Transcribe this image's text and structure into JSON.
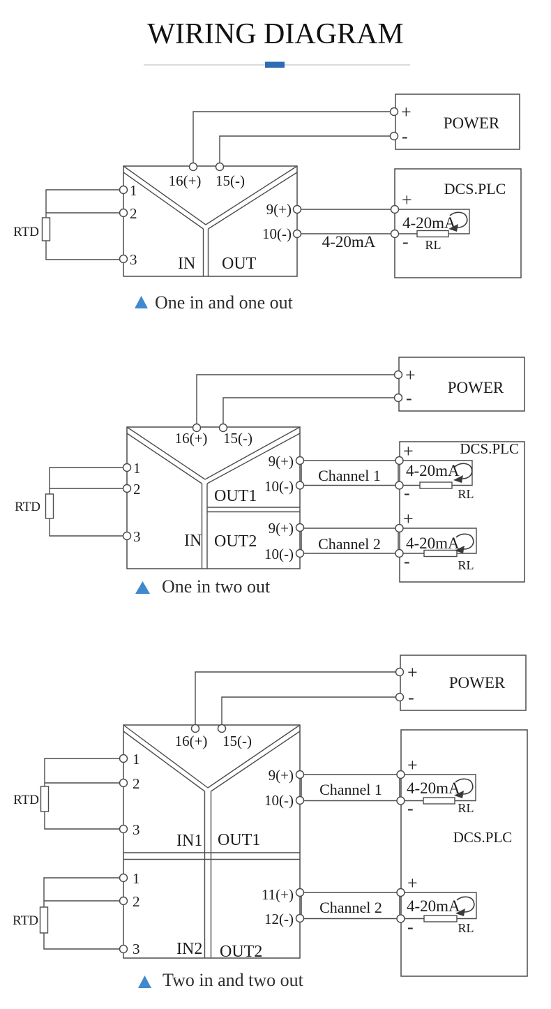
{
  "title": "WIRING DIAGRAM",
  "accent": {
    "underline_blue": "#2d6cb2",
    "triangle_blue": "#3f89cf"
  },
  "diagrams": [
    {
      "caption": "One in and one out",
      "rtd_label": "RTD",
      "device": {
        "t16": "16(+)",
        "t15": "15(-)",
        "t1": "1",
        "t2": "2",
        "t3": "3",
        "t9": "9(+)",
        "t10": "10(-)",
        "in": "IN",
        "out": "OUT"
      },
      "power": {
        "name": "POWER",
        "plus": "+",
        "minus": "-"
      },
      "dcs": {
        "name": "DCS.PLC",
        "plus": "+",
        "minus": "-",
        "loop": "4-20mA",
        "rl": "RL"
      },
      "wire_label": "4-20mA"
    },
    {
      "caption": "One in two out",
      "rtd_label": "RTD",
      "device": {
        "t16": "16(+)",
        "t15": "15(-)",
        "t1": "1",
        "t2": "2",
        "t3": "3",
        "in": "IN",
        "out1": "OUT1",
        "out2": "OUT2",
        "out1_t9": "9(+)",
        "out1_t10": "10(-)",
        "out2_t9": "9(+)",
        "out2_t10": "10(-)"
      },
      "power": {
        "name": "POWER",
        "plus": "+",
        "minus": "-"
      },
      "dcs": {
        "name": "DCS.PLC"
      },
      "channels": [
        {
          "label": "Channel 1",
          "plus": "+",
          "minus": "-",
          "loop": "4-20mA",
          "rl": "RL"
        },
        {
          "label": "Channel 2",
          "plus": "+",
          "minus": "-",
          "loop": "4-20mA",
          "rl": "RL"
        }
      ]
    },
    {
      "caption": "Two in and two out",
      "rtd1_label": "RTD",
      "rtd2_label": "RTD",
      "device": {
        "t16": "16(+)",
        "t15": "15(-)",
        "in1_t1": "1",
        "in1_t2": "2",
        "in1_t3": "3",
        "in2_t1": "1",
        "in2_t2": "2",
        "in2_t3": "3",
        "t9": "9(+)",
        "t10": "10(-)",
        "t11": "11(+)",
        "t12": "12(-)",
        "in1": "IN1",
        "in2": "IN2",
        "out1": "OUT1",
        "out2": "OUT2"
      },
      "power": {
        "name": "POWER",
        "plus": "+",
        "minus": "-"
      },
      "dcs": {
        "name": "DCS.PLC"
      },
      "channels": [
        {
          "label": "Channel 1",
          "plus": "+",
          "minus": "-",
          "loop": "4-20mA",
          "rl": "RL"
        },
        {
          "label": "Channel 2",
          "plus": "+",
          "minus": "-",
          "loop": "4-20mA",
          "rl": "RL"
        }
      ]
    }
  ]
}
